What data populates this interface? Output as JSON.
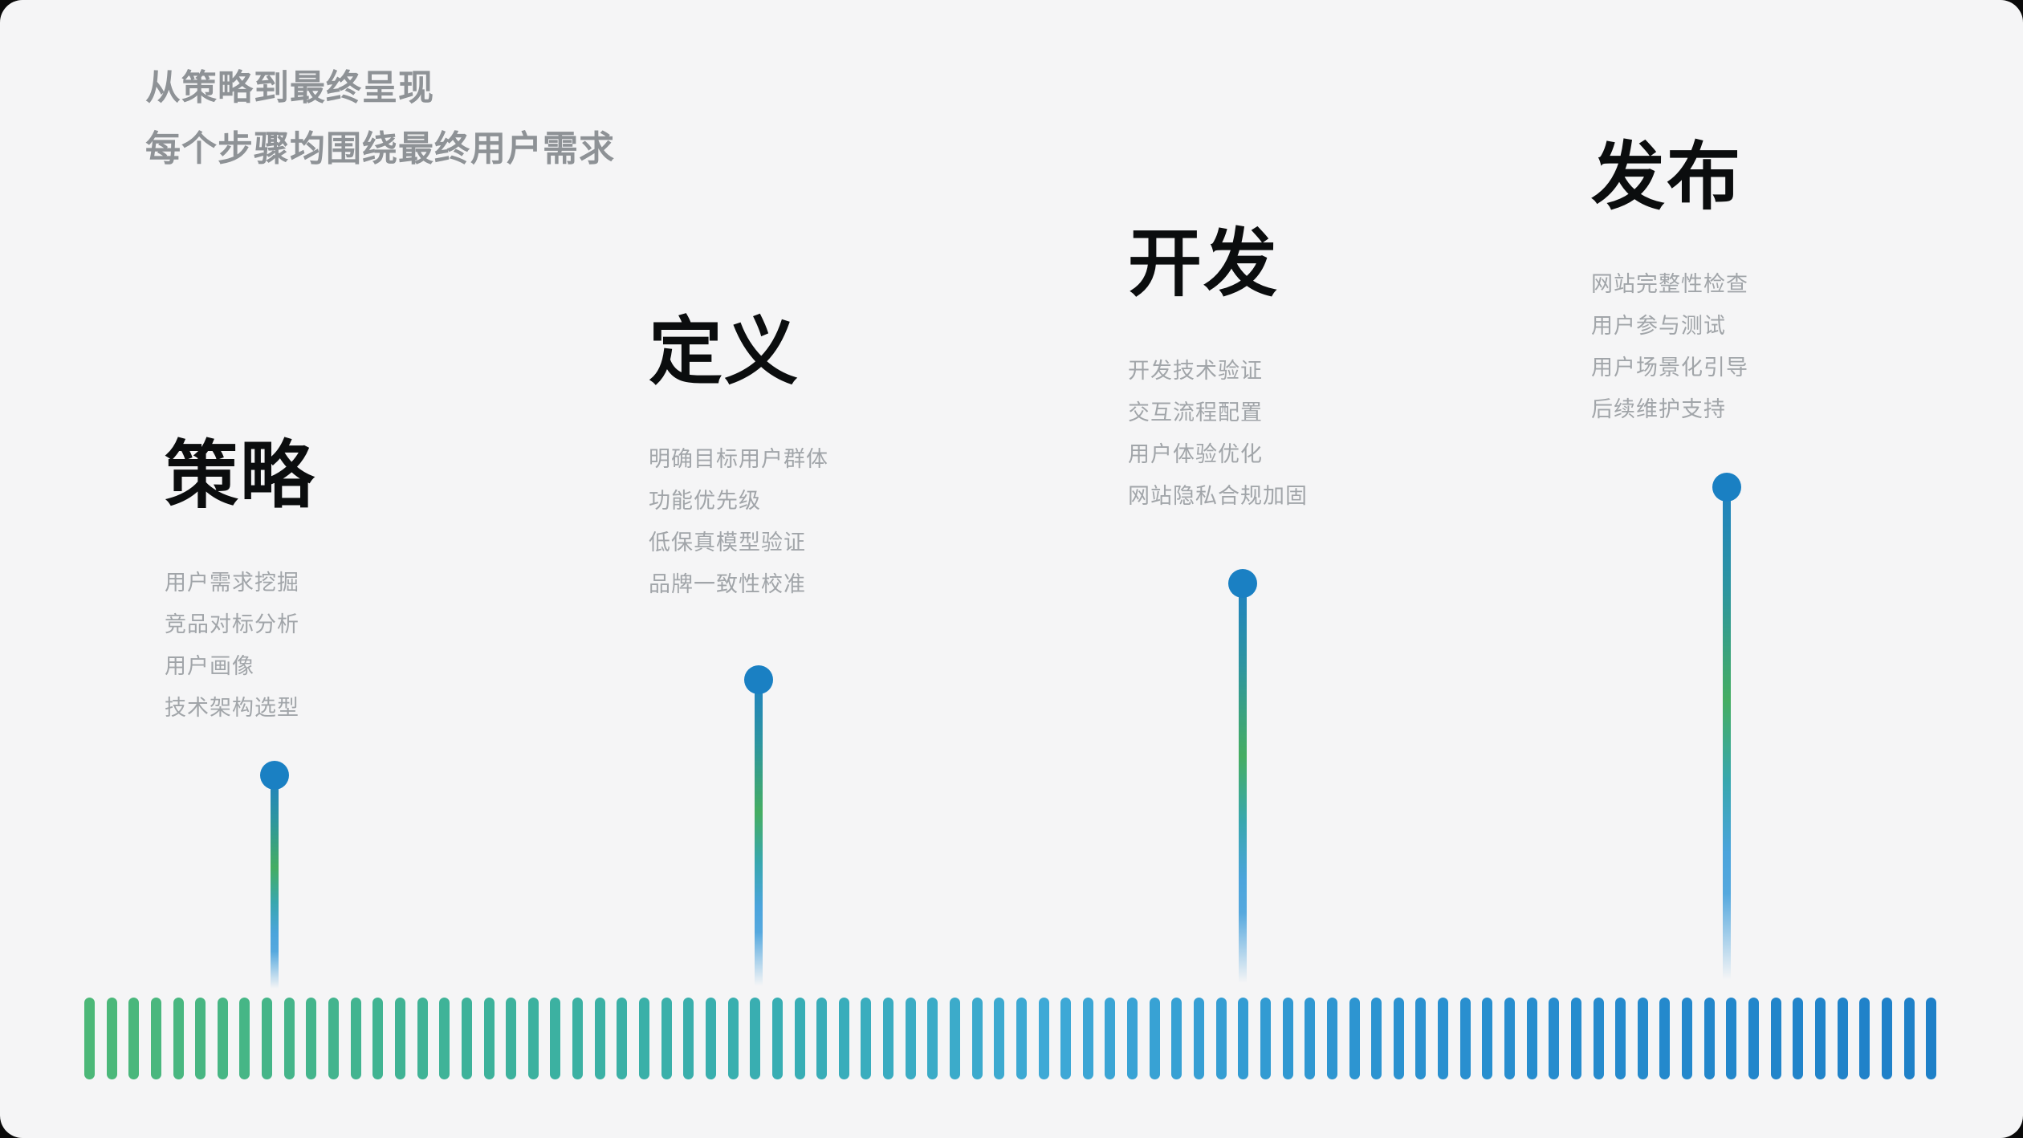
{
  "header": {
    "subtitle_line1": "从策略到最终呈现",
    "subtitle_line2": "每个步骤均围绕最终用户需求"
  },
  "stages": [
    {
      "title": "策略",
      "items": [
        "用户需求挖掘",
        "竞品对标分析",
        "用户画像",
        "技术架构选型"
      ]
    },
    {
      "title": "定义",
      "items": [
        "明确目标用户群体",
        "功能优先级",
        "低保真模型验证",
        "品牌一致性校准"
      ]
    },
    {
      "title": "开发",
      "items": [
        "开发技术验证",
        "交互流程配置",
        "用户体验优化",
        "网站隐私合规加固"
      ]
    },
    {
      "title": "发布",
      "items": [
        "网站完整性检查",
        "用户参与测试",
        "用户场景化引导",
        "后续维护支持"
      ]
    }
  ],
  "timeline": {
    "bar_count": 84,
    "bar_gradient": [
      {
        "t": 0,
        "color": "#4cb878"
      },
      {
        "t": 0.22,
        "color": "#3db29c"
      },
      {
        "t": 0.38,
        "color": "#38aeb4"
      },
      {
        "t": 0.52,
        "color": "#3ea9d6"
      },
      {
        "t": 0.72,
        "color": "#2a91d0"
      },
      {
        "t": 1,
        "color": "#1e80c8"
      }
    ],
    "dot_color": "#1a80c3",
    "stem_colors": [
      "#1f81c1",
      "#45ad62",
      "#4ba4dc"
    ]
  },
  "colors": {
    "background": "#f5f5f6",
    "title": "#0b0d0e",
    "subtitle": "#8e9296",
    "item": "#a1a5a9",
    "dot": "#1a80c3"
  }
}
